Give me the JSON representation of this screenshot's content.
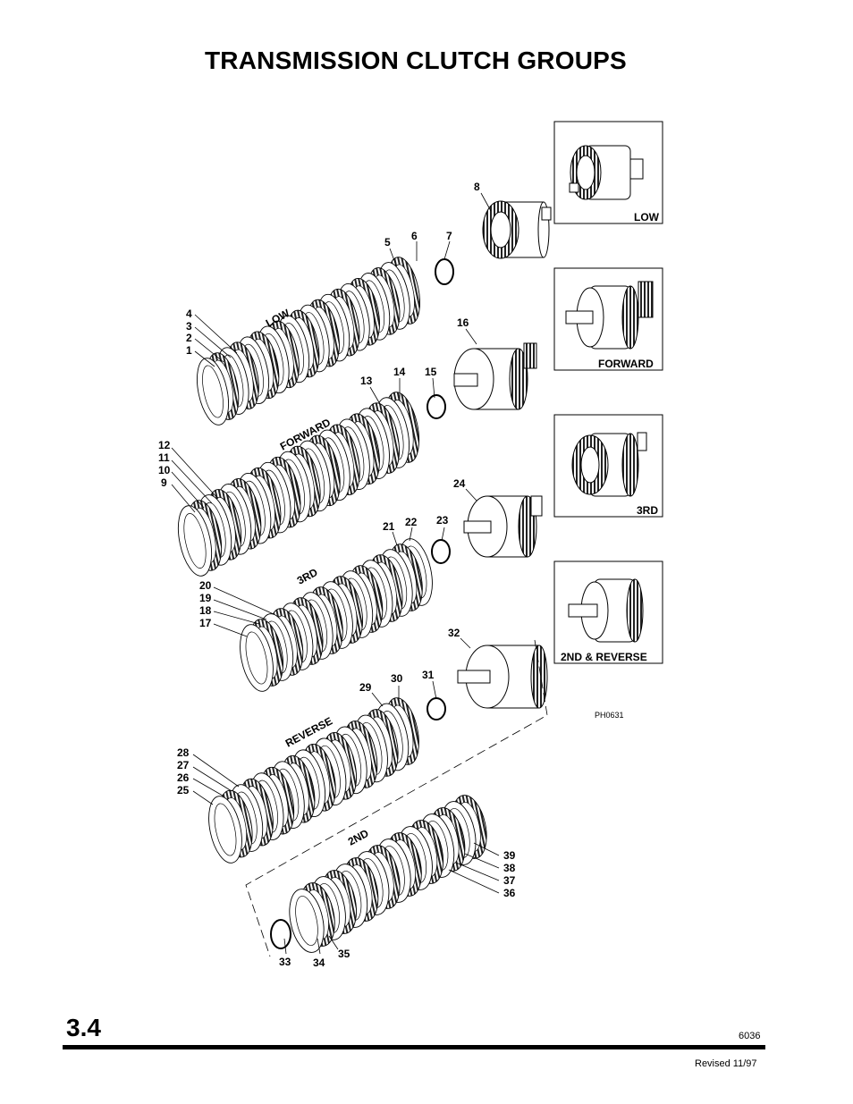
{
  "title": "TRANSMISSION CLUTCH GROUPS",
  "inset_boxes": [
    {
      "label": "LOW"
    },
    {
      "label": "FORWARD"
    },
    {
      "label": "3RD"
    },
    {
      "label": "2ND & REVERSE"
    }
  ],
  "illustration_code": "PH0631",
  "groups": [
    {
      "name": "LOW",
      "left_callouts": [
        "4",
        "3",
        "2",
        "1"
      ],
      "top_callouts": [
        "5",
        "6",
        "7"
      ],
      "drum_callout": "8"
    },
    {
      "name": "FORWARD",
      "left_callouts": [
        "12",
        "11",
        "10",
        "9"
      ],
      "top_callouts": [
        "13",
        "14",
        "15"
      ],
      "drum_callout": "16"
    },
    {
      "name": "3RD",
      "left_callouts": [
        "20",
        "19",
        "18",
        "17"
      ],
      "top_callouts": [
        "21",
        "22",
        "23"
      ],
      "drum_callout": "24"
    },
    {
      "name": "REVERSE",
      "left_callouts": [
        "28",
        "27",
        "26",
        "25"
      ],
      "top_callouts": [
        "29",
        "30",
        "31"
      ],
      "drum_callout": "32"
    },
    {
      "name": "2ND",
      "right_callouts": [
        "39",
        "38",
        "37",
        "36"
      ],
      "bottom_callouts": [
        "33",
        "34",
        "35"
      ]
    }
  ],
  "footer": {
    "section": "3.4",
    "page_number": "6036",
    "revised": "Revised 11/97"
  }
}
